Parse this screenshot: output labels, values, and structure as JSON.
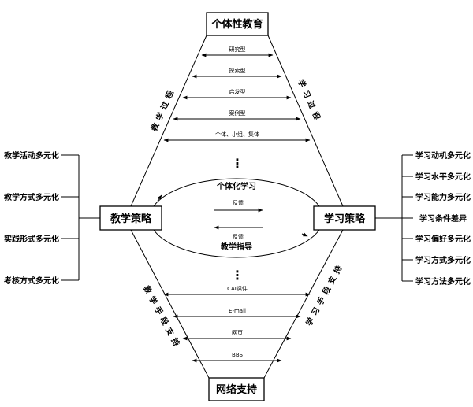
{
  "top_node": "个体性教育",
  "bottom_node": "网络支持",
  "left_node": "教学策略",
  "right_node": "学习策略",
  "upper_left_label": "教学过程",
  "upper_right_label": "学习过程",
  "lower_left_label": "教学手段支持",
  "lower_right_label": "学习手段支持",
  "upper_arrows": [
    "研究型",
    "探索型",
    "启发型",
    "案例型",
    "个体、小组、集体"
  ],
  "lower_arrows": [
    "CAI课件",
    "E-mail",
    "网页",
    "BBS"
  ],
  "ellipse": {
    "top": "个体化学习",
    "right_arrow": "反馈",
    "left_arrow": "反馈",
    "bottom": "教学指导"
  },
  "left_list": [
    "教学活动多元化",
    "教学方式多元化",
    "实践形式多元化",
    "考核方式多元化"
  ],
  "right_list": [
    "学习动机多元化",
    "学习水平多元化",
    "学习能力多元化",
    "学习条件差异",
    "学习偏好多元化",
    "学习方式多元化",
    "学习方法多元化"
  ]
}
